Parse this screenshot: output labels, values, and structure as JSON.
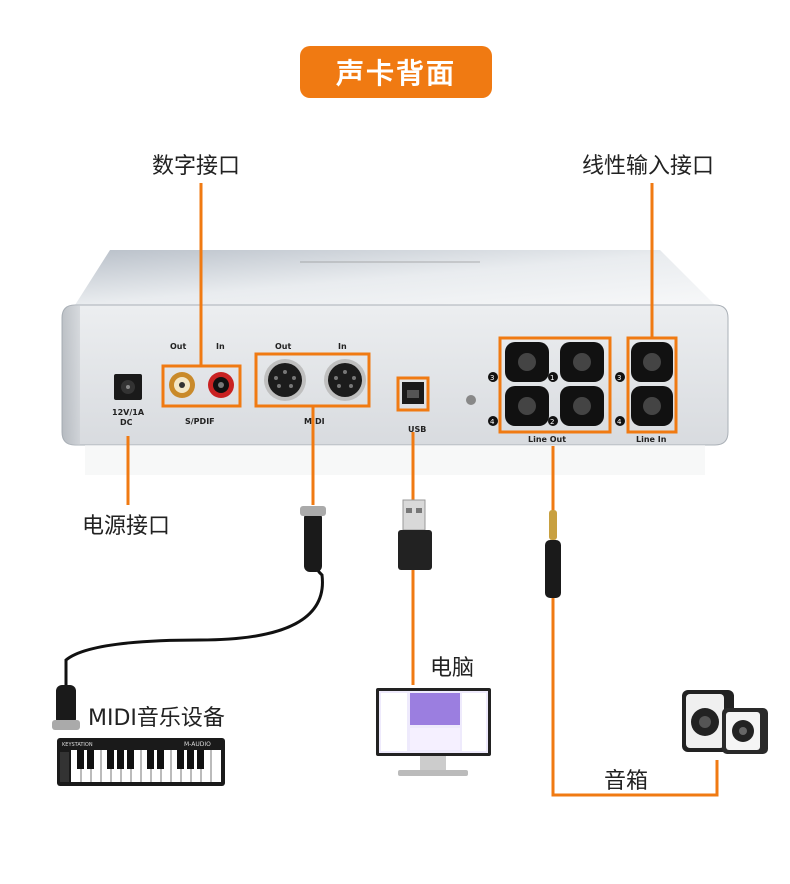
{
  "title": "声卡背面",
  "labels": {
    "digital": "数字接口",
    "line_input": "线性输入接口",
    "power": "电源接口",
    "computer": "电脑",
    "midi_device": "MIDI音乐设备",
    "speaker": "音箱"
  },
  "panel": {
    "spdif_out": "Out",
    "spdif_in": "In",
    "spdif": "S/PDIF",
    "midi_out": "Out",
    "midi_in": "In",
    "midi": "MIDI",
    "usb": "USB",
    "power_rating": "12V/1A",
    "power_dc": "DC",
    "line_out": "Line Out",
    "line_in": "Line In",
    "num1": "1",
    "num2": "2",
    "num3": "3",
    "num4": "4"
  },
  "keyboard": {
    "brand": "M-AUDIO",
    "model": "KEYSTATION"
  },
  "colors": {
    "accent": "#f07a12",
    "device_silver": "#c8ccd2",
    "cable": "#111111"
  }
}
